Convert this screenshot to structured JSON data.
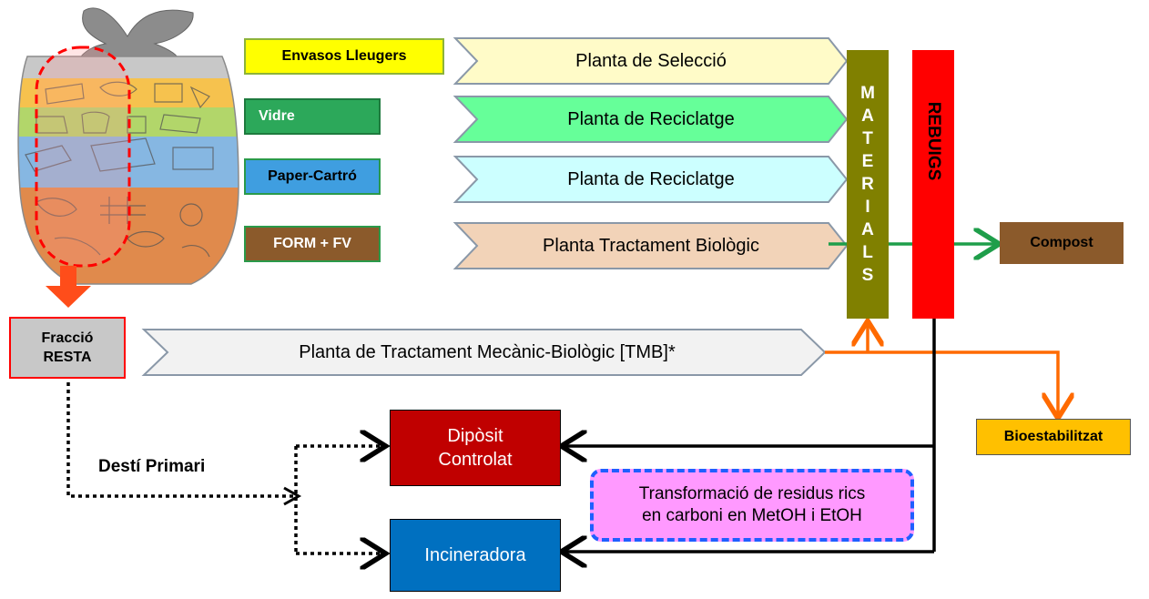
{
  "categories": [
    {
      "label": "Envasos Lleugers",
      "plant": "Planta de Selecció",
      "bg": "#ffff00",
      "border": "#8db33a",
      "text_color": "#000000",
      "plant_fill": "#fffbc8"
    },
    {
      "label": "Vidre",
      "plant": "Planta de Reciclatge",
      "bg": "#2ca85a",
      "border": "#1e7a3e",
      "text_color": "#ffffff",
      "plant_fill": "#66ff99"
    },
    {
      "label": "Paper-Cartró",
      "plant": "Planta de Reciclatge",
      "bg": "#3f9ee0",
      "border": "#2a9a4a",
      "text_color": "#000000",
      "plant_fill": "#ccffff"
    },
    {
      "label": "FORM + FV",
      "plant": "Planta Tractament Biològic",
      "bg": "#8b5a2b",
      "border": "#2a9a4a",
      "text_color": "#ffffff",
      "plant_fill": "#f2d3b8"
    }
  ],
  "materials_letters": [
    "M",
    "A",
    "T",
    "E",
    "R",
    "I",
    "A",
    "L",
    "S"
  ],
  "rebuigs": "REBUIGS",
  "compost": "Compost",
  "fraccio_line1": "Fracció",
  "fraccio_line2": "RESTA",
  "tmb": "Planta de Tractament Mecànic-Biològic [TMB]*",
  "bioestabilitzat": "Bioestabilitzat",
  "desti_primari": "Destí Primari",
  "diposit_line1": "Dipòsit",
  "diposit_line2": "Controlat",
  "incineradora": "Incineradora",
  "transformacio_line1": "Transformació de residus rics",
  "transformacio_line2": "en carboni en MetOH i EtOH",
  "colors": {
    "materials": "#808000",
    "rebuigs": "#ff0000",
    "compost": "#8b5a2b",
    "bioestabilitzat": "#ffc000",
    "diposit": "#c00000",
    "incineradora": "#0070c0",
    "transformacio": "#ff99ff",
    "transformacio_border": "#1f5fff",
    "orange_arrow": "#ff6a00",
    "green_arrow": "#1e9e4a",
    "fraccio_bg": "#c8c8c8",
    "fraccio_border": "#ff0000"
  }
}
